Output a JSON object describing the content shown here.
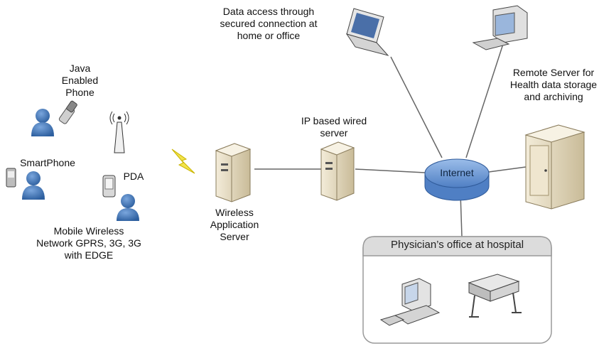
{
  "labels": {
    "data_access": "Data access through secured connection at home or office",
    "java_phone": "Java Enabled Phone",
    "remote_server": "Remote Server for Health data storage and archiving",
    "ip_server": "IP based wired server",
    "smartphone": "SmartPhone",
    "pda": "PDA",
    "internet": "Internet",
    "wireless_server": "Wireless Application Server",
    "mobile_network": "Mobile Wireless Network GPRS, 3G, 3G with EDGE",
    "physician_office": "Physician’s office at hospital"
  },
  "colors": {
    "user_blue": "#3b73b8",
    "server_beige": "#e8dfc8",
    "internet_blue": "#6a97d6",
    "bolt_yellow": "#f2e34b",
    "panel_header": "#d9d9d9",
    "line": "#555555"
  },
  "icons": [
    "user-icon",
    "phone-icon",
    "antenna-icon",
    "pda-icon",
    "lightning-icon",
    "server-icon",
    "laptop-icon",
    "desktop-icon",
    "internet-cloud-icon",
    "workstation-icon",
    "plotter-icon"
  ]
}
